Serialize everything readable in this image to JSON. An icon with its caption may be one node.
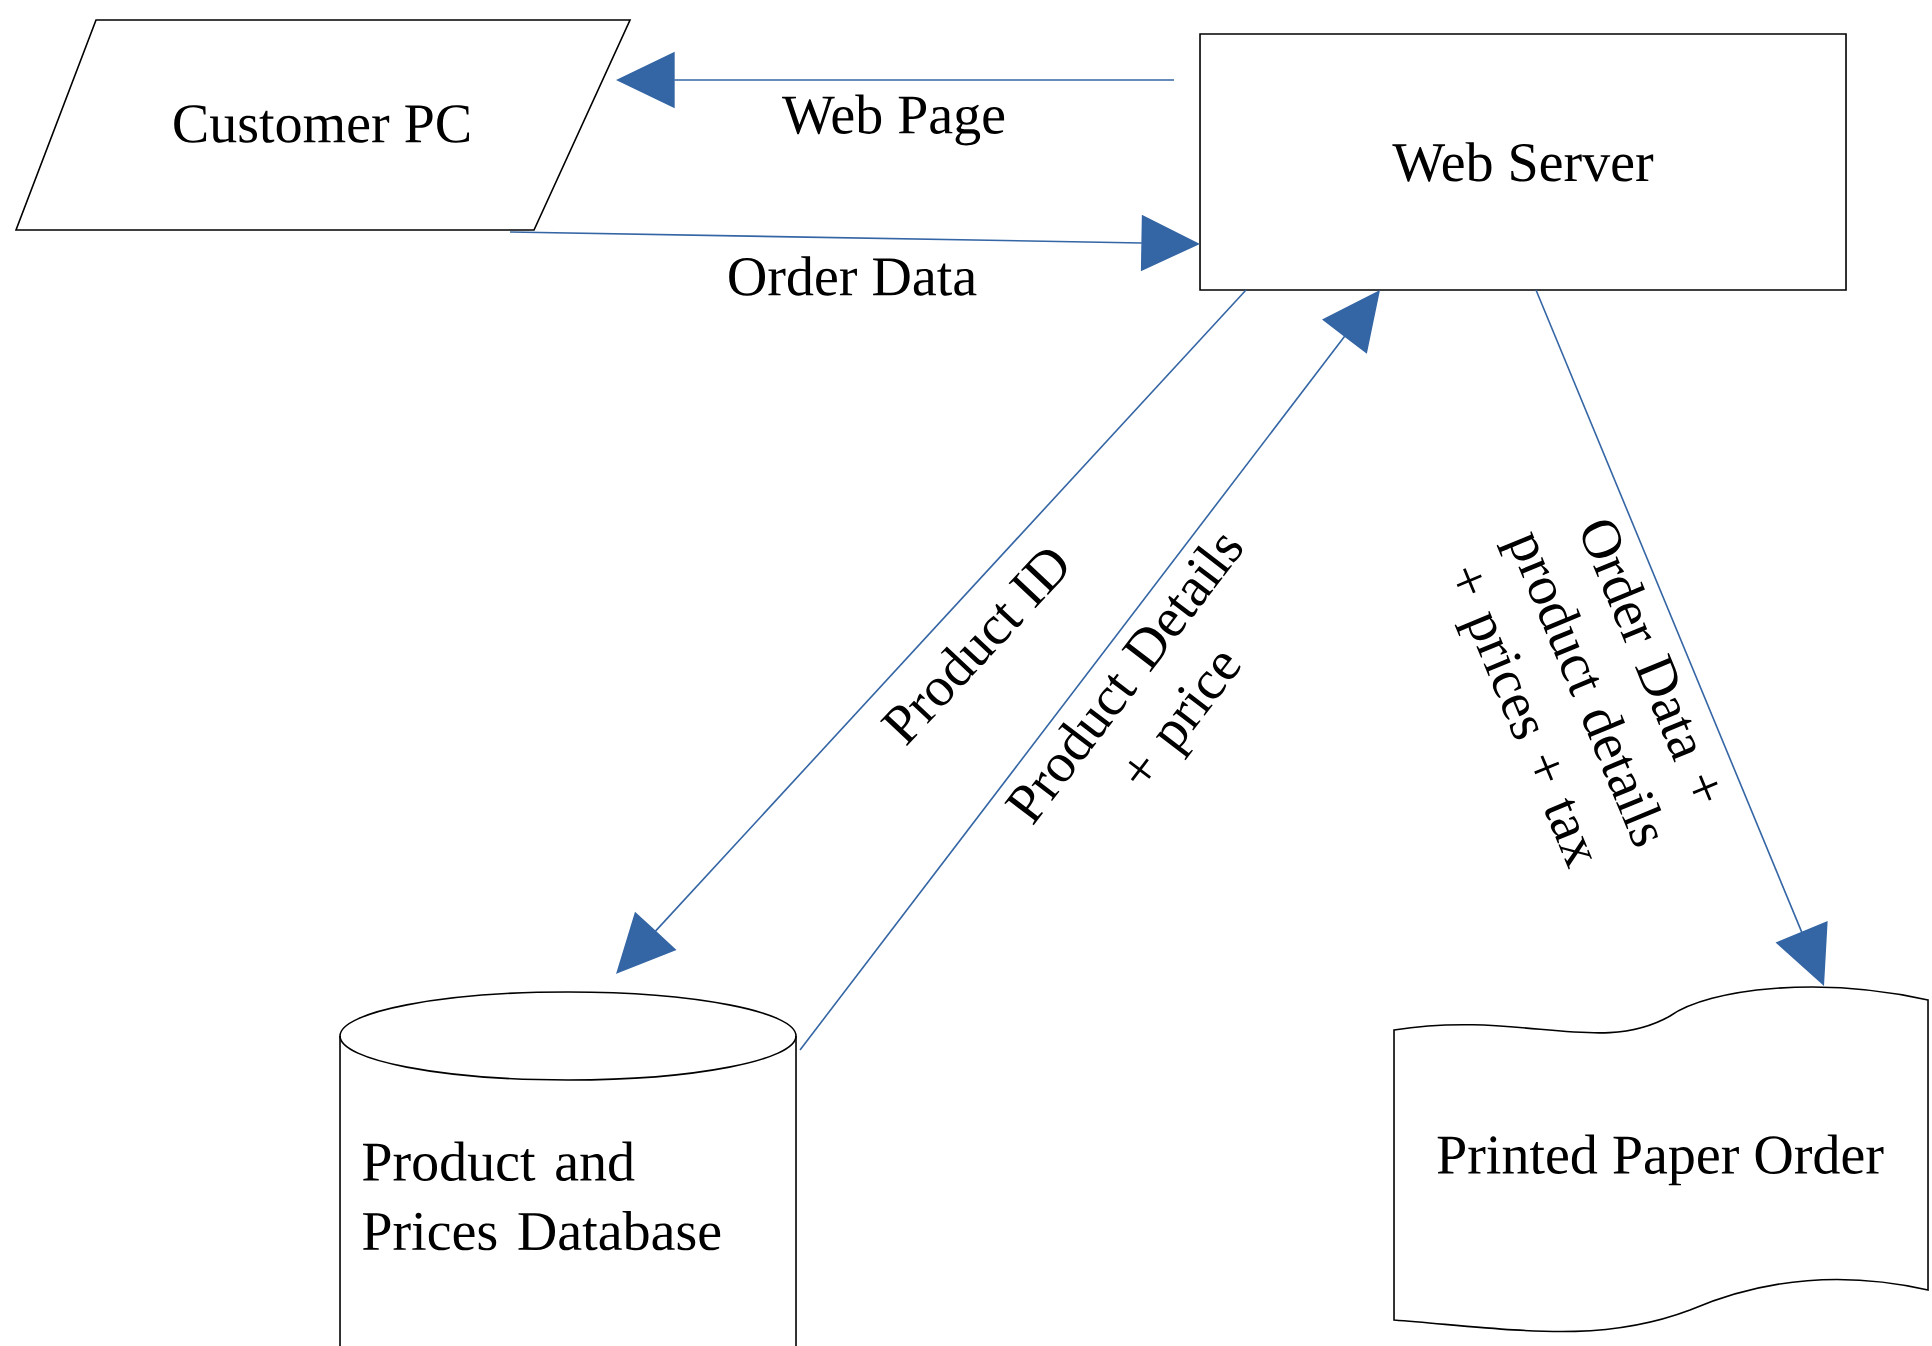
{
  "diagram": {
    "nodes": [
      {
        "text": [
          "Customer PC"
        ]
      },
      {
        "text": [
          "Web Server"
        ]
      },
      {
        "text": [
          "Product and Prices Database"
        ]
      },
      {
        "text": [
          "Printed Paper Order"
        ]
      }
    ],
    "edges": [
      {
        "from": 1,
        "to": 0,
        "arrow": "to",
        "label": "Web Page"
      },
      {
        "from": 0,
        "to": 1,
        "arrow": "to",
        "label": "Order Data"
      },
      {
        "from": 1,
        "to": 2,
        "arrow": "to",
        "label": "Product ID"
      },
      {
        "from": 2,
        "to": 1,
        "arrow": "to",
        "label": "Product Details + price"
      },
      {
        "from": 1,
        "to": 3,
        "arrow": "to",
        "label": "Order Data + product details + prices + tax"
      }
    ]
  }
}
